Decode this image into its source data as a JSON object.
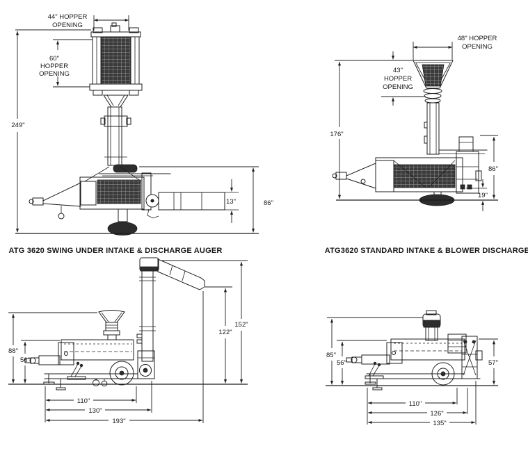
{
  "views": {
    "swing_front": {
      "caption": "ATG 3620 SWING UNDER INTAKE & DISCHARGE AUGER",
      "dims": {
        "hopper_w_1": "44\" HOPPER",
        "hopper_w_2": "OPENING",
        "hopper_h_1": "60\"",
        "hopper_h_2": "HOPPER",
        "hopper_h_3": "OPENING",
        "overall_height": "249\"",
        "auger_tube": "13\"",
        "body_height": "86\""
      }
    },
    "standard_front": {
      "caption": "ATG3620 STANDARD INTAKE & BLOWER DISCHARGE",
      "dims": {
        "hopper_w_1": "48\" HOPPER",
        "hopper_w_2": "OPENING",
        "hopper_h_1": "43\"",
        "hopper_h_2": "HOPPER",
        "hopper_h_3": "OPENING",
        "overall_height": "176\"",
        "body_height": "86\"",
        "ground_clearance": "19\""
      }
    },
    "swing_side": {
      "dims": {
        "intake_height": "88\"",
        "body_height": "56\"",
        "spout_top_height": "152\"",
        "spout_tip_height": "122\"",
        "wheel_length": "110\"",
        "frame_length": "130\"",
        "overall_length": "193\""
      }
    },
    "standard_side": {
      "dims": {
        "top_height": "85\"",
        "body_height": "56\"",
        "rear_height": "57\"",
        "wheel_length": "110\"",
        "frame_length": "126\"",
        "overall_length": "135\""
      }
    }
  }
}
